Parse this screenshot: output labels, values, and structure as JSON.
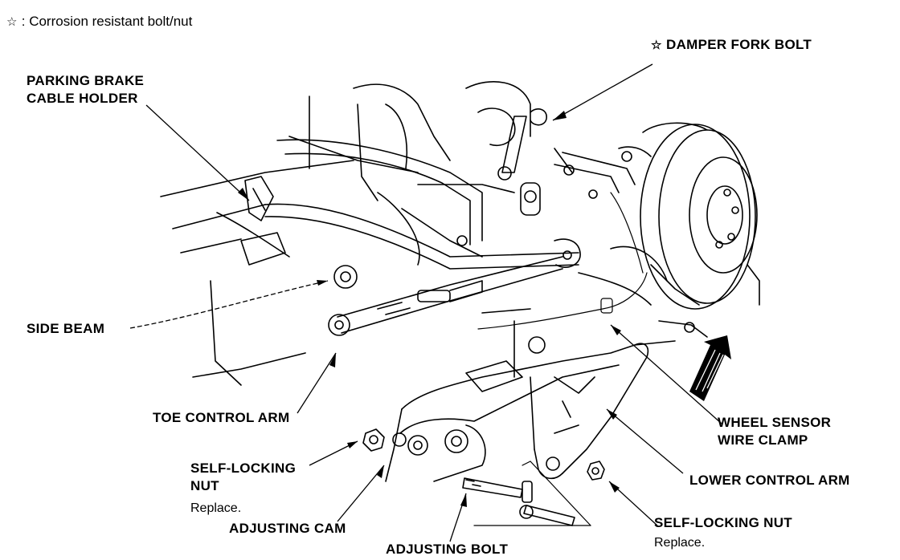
{
  "legend": {
    "symbol": "☆",
    "separator": ":",
    "text": "Corrosion resistant bolt/nut"
  },
  "labels": {
    "damper_fork_bolt": {
      "marker": "☆",
      "text": "DAMPER FORK BOLT"
    },
    "parking_brake_cable_holder": [
      "PARKING BRAKE",
      "CABLE HOLDER"
    ],
    "side_beam": "SIDE BEAM",
    "toe_control_arm": "TOE CONTROL ARM",
    "self_locking_nut_left": {
      "lines": [
        "SELF-LOCKING",
        "NUT"
      ],
      "note": "Replace."
    },
    "adjusting_cam": "ADJUSTING CAM",
    "adjusting_bolt": "ADJUSTING BOLT",
    "wheel_sensor_wire_clamp": [
      "WHEEL SENSOR",
      "WIRE CLAMP"
    ],
    "lower_control_arm": "LOWER CONTROL ARM",
    "self_locking_nut_right": {
      "text": "SELF-LOCKING NUT",
      "note": "Replace."
    }
  }
}
